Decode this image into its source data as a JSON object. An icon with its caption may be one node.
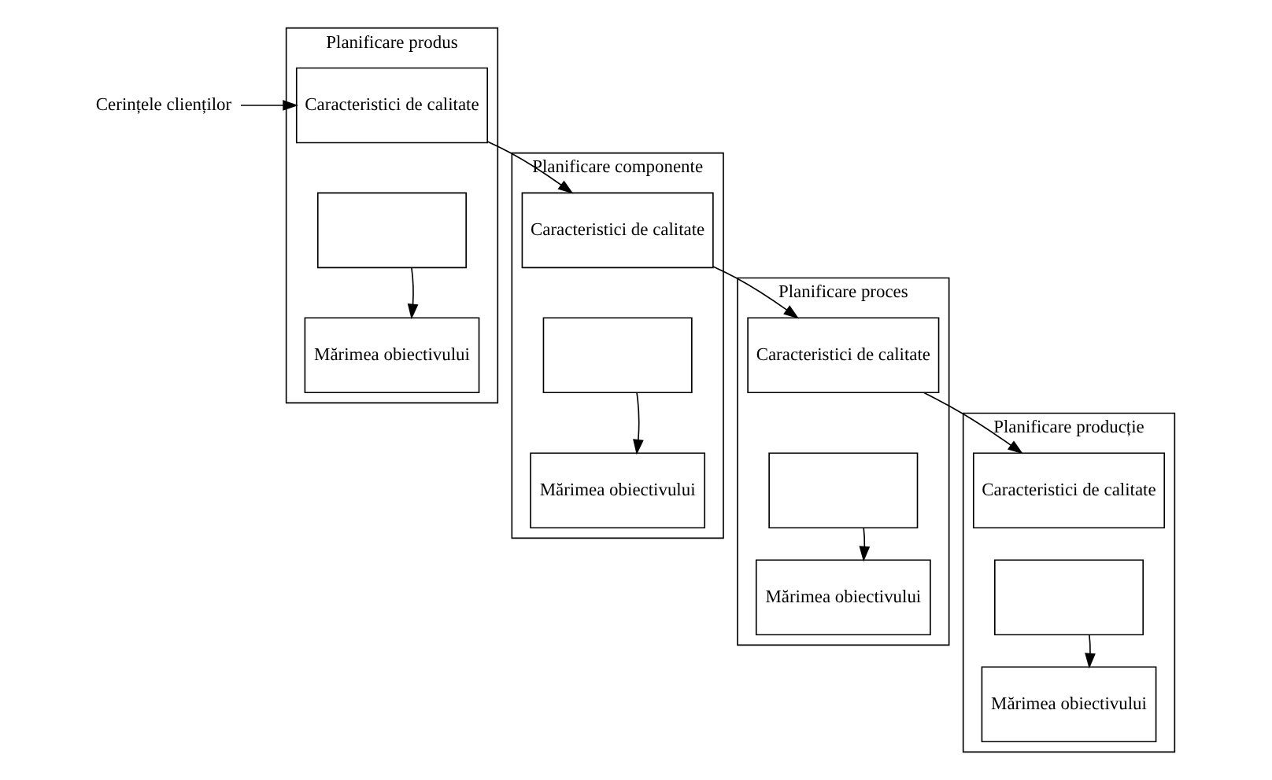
{
  "diagram": {
    "nodes": [
      {
        "text": [
          "Cerințele clienților"
        ]
      },
      {
        "text": [
          "Planificare produs"
        ]
      },
      {
        "text": [
          "Caracteristici de calitate"
        ],
        "in": 1
      },
      {
        "text": [],
        "shape": "box",
        "in": 1
      },
      {
        "text": [
          "Mărimea obiectivului"
        ],
        "in": 1
      },
      {
        "text": [
          "Planificare componente"
        ]
      },
      {
        "text": [
          "Caracteristici de calitate"
        ],
        "in": 5
      },
      {
        "text": [],
        "shape": "box",
        "in": 5
      },
      {
        "text": [
          "Mărimea obiectivului"
        ],
        "in": 5
      },
      {
        "text": [
          "Planificare proces"
        ]
      },
      {
        "text": [
          "Caracteristici de calitate"
        ],
        "in": 9
      },
      {
        "text": [],
        "shape": "box",
        "in": 9
      },
      {
        "text": [
          "Mărimea obiectivului"
        ],
        "in": 9
      },
      {
        "text": [
          "Planificare producție"
        ]
      },
      {
        "text": [
          "Caracteristici de calitate"
        ],
        "in": 13
      },
      {
        "text": [],
        "shape": "box",
        "in": 13
      },
      {
        "text": [
          "Mărimea obiectivului"
        ],
        "in": 13
      }
    ],
    "edges": [
      {
        "from": 0,
        "to": 2,
        "arrow": "to"
      },
      {
        "from": 3,
        "to": 4,
        "arrow": "to"
      },
      {
        "from": 2,
        "to": 6,
        "arrow": "to"
      },
      {
        "from": 7,
        "to": 8,
        "arrow": "to"
      },
      {
        "from": 6,
        "to": 10,
        "arrow": "to"
      },
      {
        "from": 11,
        "to": 12,
        "arrow": "to"
      },
      {
        "from": 10,
        "to": 14,
        "arrow": "to"
      },
      {
        "from": 15,
        "to": 16,
        "arrow": "to"
      }
    ]
  }
}
